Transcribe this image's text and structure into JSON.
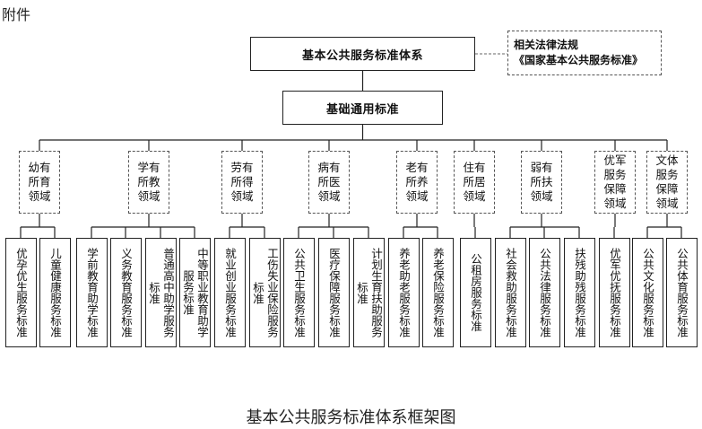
{
  "attachment_label": "附件",
  "diagram": {
    "root": "基本公共服务标准体系",
    "law": {
      "line1": "相关法律法规",
      "line2": "《国家基本公共服务标准》"
    },
    "common": "基础通用标准",
    "domains": [
      {
        "label": [
          "幼有",
          "所育",
          "领域"
        ],
        "leaves": [
          "优孕优生服务标准",
          "儿童健康服务标准"
        ]
      },
      {
        "label": [
          "学有",
          "所教",
          "领域"
        ],
        "leaves": [
          "学前教育助学标准",
          "义务教育服务标准",
          "普通高中助学服务标准",
          "中等职业教育助学服务标准"
        ]
      },
      {
        "label": [
          "劳有",
          "所得",
          "领域"
        ],
        "leaves": [
          "就业创业服务标准",
          "工伤失业保险服务标准"
        ]
      },
      {
        "label": [
          "病有",
          "所医",
          "领域"
        ],
        "leaves": [
          "公共卫生服务标准",
          "医疗保障服务标准",
          "计划生育扶助服务标准"
        ]
      },
      {
        "label": [
          "老有",
          "所养",
          "领域"
        ],
        "leaves": [
          "养老助老服务标准",
          "养老保险服务标准"
        ]
      },
      {
        "label": [
          "住有",
          "所居",
          "领域"
        ],
        "leaves": [
          "公租房服务标准"
        ]
      },
      {
        "label": [
          "弱有",
          "所扶",
          "领域"
        ],
        "leaves": [
          "社会救助服务标准",
          "公共法律服务标准",
          "扶残助残服务标准"
        ]
      },
      {
        "label": [
          "优军",
          "服务",
          "保障",
          "领域"
        ],
        "leaves": [
          "优军优抚服务标准"
        ]
      },
      {
        "label": [
          "文体",
          "服务",
          "保障",
          "领域"
        ],
        "leaves": [
          "公共文化服务标准",
          "公共体育服务标准"
        ]
      }
    ]
  },
  "caption": "基本公共服务标准体系框架图"
}
